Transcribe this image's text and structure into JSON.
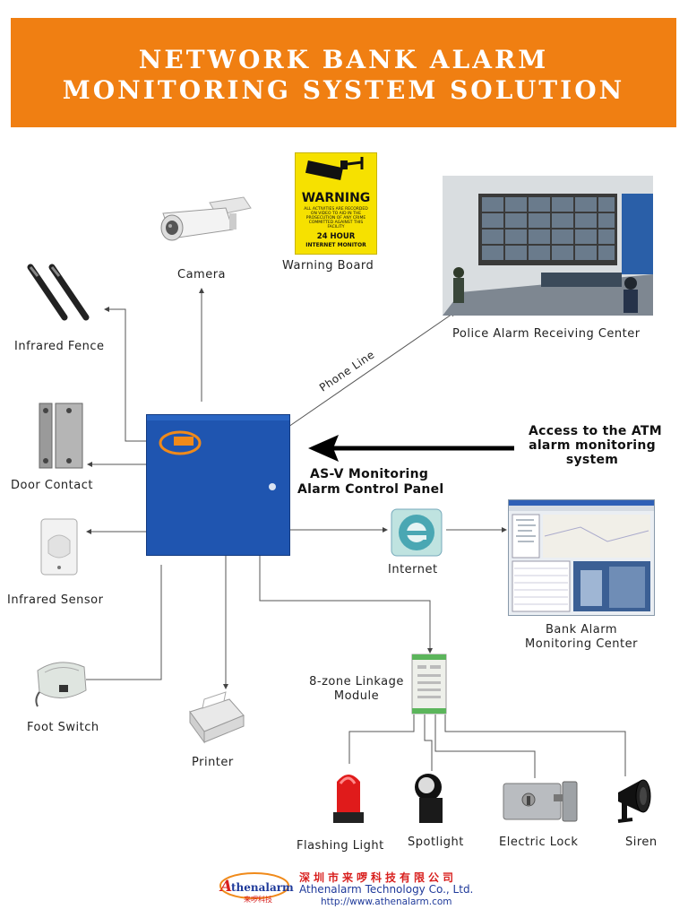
{
  "title": {
    "line1": "NETWORK BANK ALARM",
    "line2": "MONITORING SYSTEM SOLUTION"
  },
  "devices": {
    "camera": "Camera",
    "warning_board": "Warning Board",
    "police_center": "Police Alarm Receiving Center",
    "infrared_fence": "Infrared Fence",
    "door_contact": "Door Contact",
    "infrared_sensor": "Infrared Sensor",
    "foot_switch": "Foot Switch",
    "printer": "Printer",
    "internet": "Internet",
    "bank_center_line1": "Bank Alarm",
    "bank_center_line2": "Monitoring Center",
    "linkage_line1": "8-zone Linkage",
    "linkage_line2": "Module",
    "flashing_light": "Flashing Light",
    "spotlight": "Spotlight",
    "electric_lock": "Electric Lock",
    "siren": "Siren"
  },
  "panel": {
    "line1": "AS-V Monitoring",
    "line2": "Alarm Control Panel"
  },
  "phone_line": "Phone Line",
  "atm_access": {
    "line1": "Access to the ATM",
    "line2": "alarm monitoring",
    "line3": "system"
  },
  "warning_sign": {
    "title": "WARNING",
    "body": "ALL ACTIVITIES ARE RECORDED ON VIDEO TO AID IN THE PROSECUTION OF ANY CRIME COMMITTED AGAINST THIS FACILITY",
    "footer_line1": "24 HOUR",
    "footer_line2": "INTERNET MONITOR"
  },
  "footer": {
    "logo": "Athenalarm",
    "company_cn": "深圳市来啰科技有限公司",
    "company_en": "Athenalarm Technology Co., Ltd.",
    "url": "http://www.athenalarm.com"
  },
  "colors": {
    "banner": "#f07f12",
    "panel_blue": "#1f55b0",
    "logo_red": "#d8201e",
    "logo_blue": "#1f3a9a"
  }
}
